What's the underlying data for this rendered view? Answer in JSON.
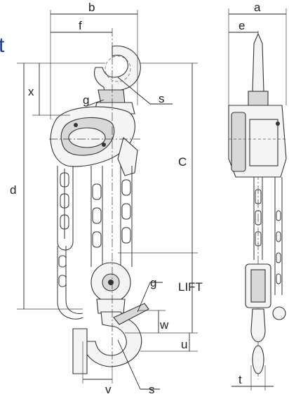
{
  "fragment_text": "t",
  "labels": {
    "a": "a",
    "b": "b",
    "e": "e",
    "f": "f",
    "g_top": "g",
    "g_bottom": "g",
    "s_top": "s",
    "s_bottom": "s",
    "x": "x",
    "d": "d",
    "C": "C",
    "LIFT": "LIFT",
    "w": "w",
    "u": "u",
    "v": "v",
    "t": "t"
  }
}
